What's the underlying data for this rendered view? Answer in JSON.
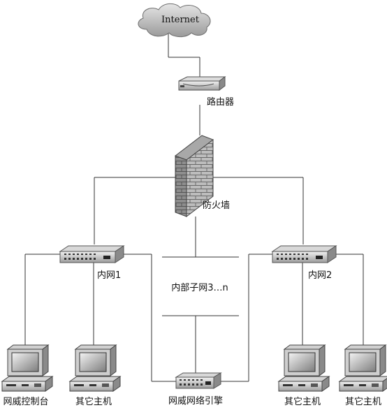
{
  "diagram": {
    "internet_label": "Internet",
    "router_label": "路由器",
    "firewall_label": "防火墙",
    "switch1_label": "内网1",
    "switch2_label": "内网2",
    "subnet_label": "内部子网3…n",
    "engine_label": "网威网络引擎",
    "host_labels": [
      "网威控制台",
      "其它主机",
      "其它主机",
      "其它主机"
    ]
  }
}
